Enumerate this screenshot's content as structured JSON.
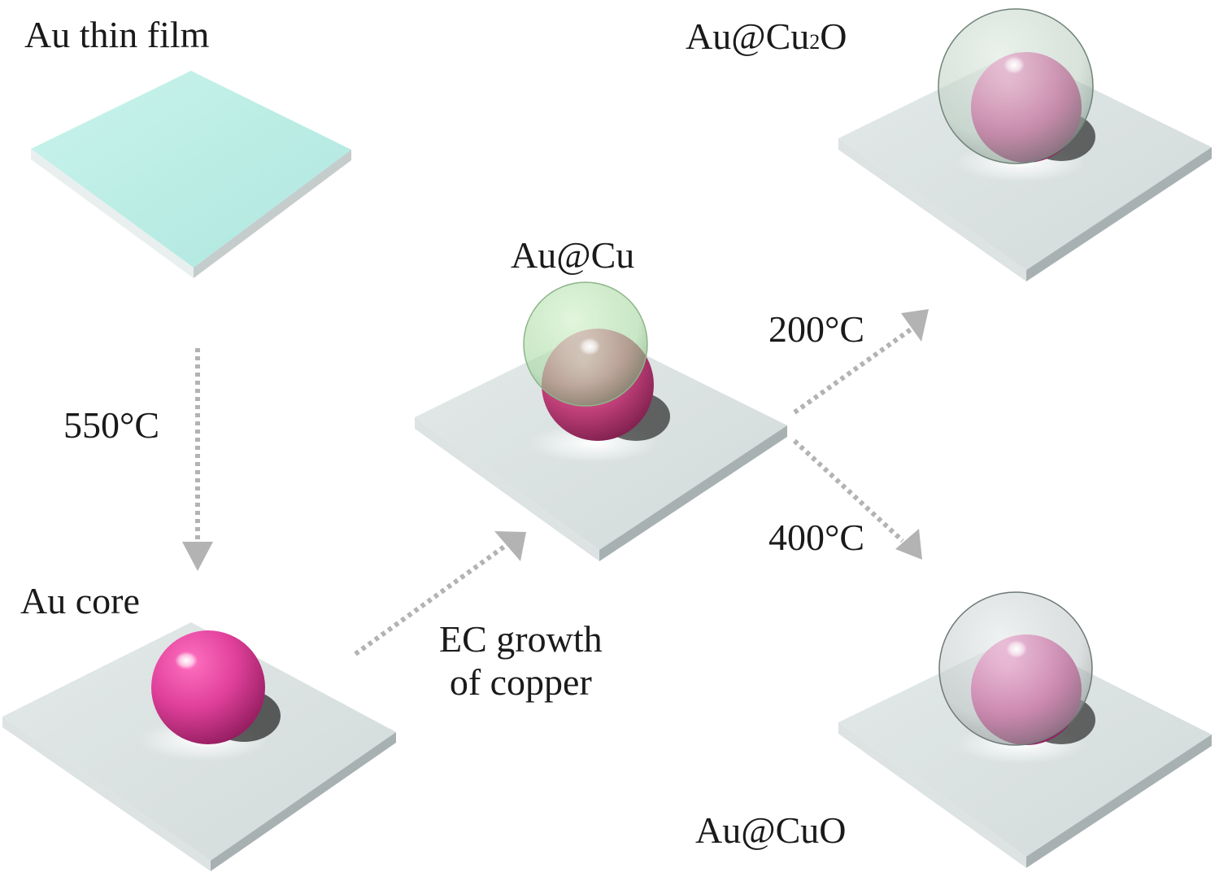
{
  "labels": {
    "au_thin_film": "Au thin film",
    "au_core": "Au core",
    "au_at_cu": "Au@Cu",
    "au_at_cu2o_prefix": "Au@Cu",
    "au_at_cu2o_sub": "2",
    "au_at_cu2o_suffix": "O",
    "au_at_cuo": "Au@CuO",
    "temp_550": "550°C",
    "temp_200": "200°C",
    "temp_400": "400°C",
    "ec_growth_line1": "EC growth",
    "ec_growth_line2": "of copper"
  },
  "colors": {
    "film_top": "#bff0e8",
    "film_side": "#dfe6e6",
    "substrate_top": "#e6ecec",
    "substrate_side_left": "#c9d1d2",
    "substrate_side_right": "#9fa9aa",
    "gold_core": "#d0457f",
    "cu_shell": "#a6d8a0",
    "cu2o_shell": "#b9ccbf",
    "cuo_shell": "#bfc5c5",
    "arrow": "#b3b3b3"
  },
  "icons": {
    "arrow": "dotted-arrow-icon",
    "sphere": "core-shell-sphere-icon"
  }
}
